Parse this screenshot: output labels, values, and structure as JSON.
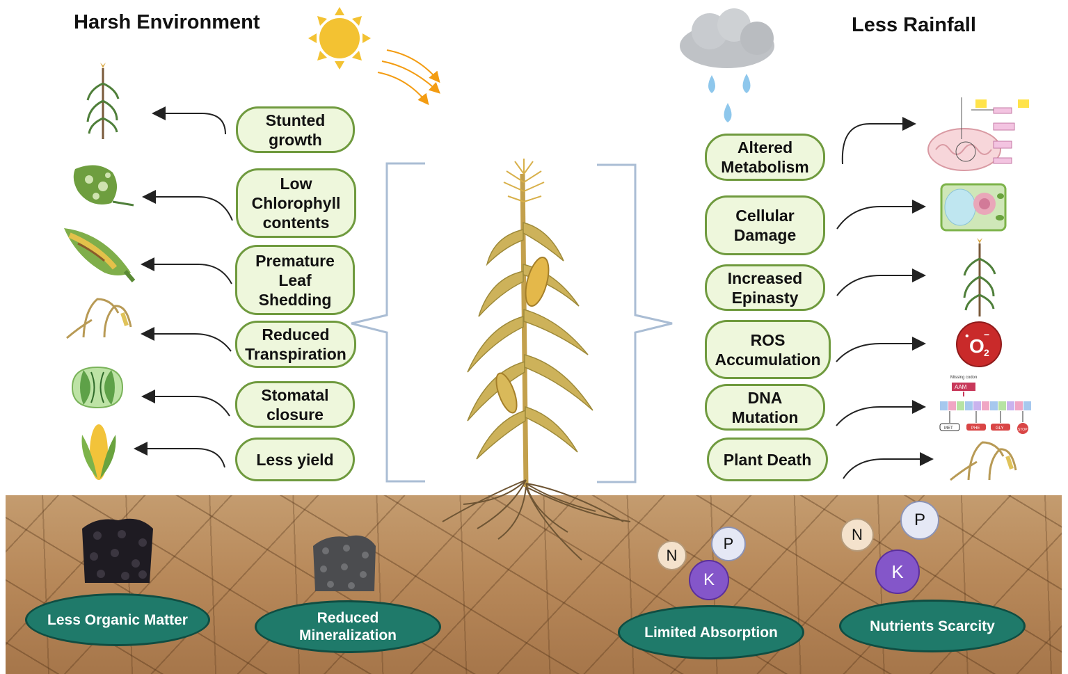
{
  "left_heading": "Harsh Environment",
  "right_heading": "Less Rainfall",
  "left_effects": [
    {
      "label": "Stunted growth",
      "line1": "Stunted",
      "line2": "growth",
      "line3": ""
    },
    {
      "label": "Low Chlorophyll contents",
      "line1": "Low",
      "line2": "Chlorophyll",
      "line3": "contents"
    },
    {
      "label": "Premature Leaf Shedding",
      "line1": "Premature",
      "line2": "Leaf",
      "line3": "Shedding"
    },
    {
      "label": "Reduced Transpiration",
      "line1": "Reduced",
      "line2": "Transpiration",
      "line3": ""
    },
    {
      "label": "Stomatal closure",
      "line1": "Stomatal",
      "line2": "closure",
      "line3": ""
    },
    {
      "label": "Less yield",
      "line1": "Less yield",
      "line2": "",
      "line3": ""
    }
  ],
  "right_effects": [
    {
      "line1": "Altered",
      "line2": "Metabolism"
    },
    {
      "line1": "Cellular",
      "line2": "Damage"
    },
    {
      "line1": "Increased",
      "line2": "Epinasty"
    },
    {
      "line1": "ROS",
      "line2": "Accumulation"
    },
    {
      "line1": "DNA",
      "line2": "Mutation"
    },
    {
      "line1": "Plant Death",
      "line2": ""
    }
  ],
  "soil_effects": [
    {
      "line1": "Less Organic Matter",
      "line2": ""
    },
    {
      "line1": "Reduced",
      "line2": "Mineralization"
    },
    {
      "line1": "Limited Absorption",
      "line2": ""
    },
    {
      "line1": "Nutrients Scarcity",
      "line2": ""
    }
  ],
  "nutrients": {
    "n": "N",
    "p": "P",
    "k": "K"
  },
  "superoxide": {
    "o": "O",
    "sub": "2",
    "sup": "−",
    "dot": "•"
  },
  "dna_icon": {
    "title": "Missing codon",
    "codon": "AAM",
    "met": "MET",
    "phe": "PHE",
    "gly": "GLY",
    "stop": "STOP"
  },
  "colors": {
    "pill_fill": "#eef7dc",
    "pill_border": "#6f9a3e",
    "oval_fill": "#1f7a6a",
    "sun": "#f3c232",
    "rays": "#f39c12",
    "bracket": "#aabdd4"
  }
}
